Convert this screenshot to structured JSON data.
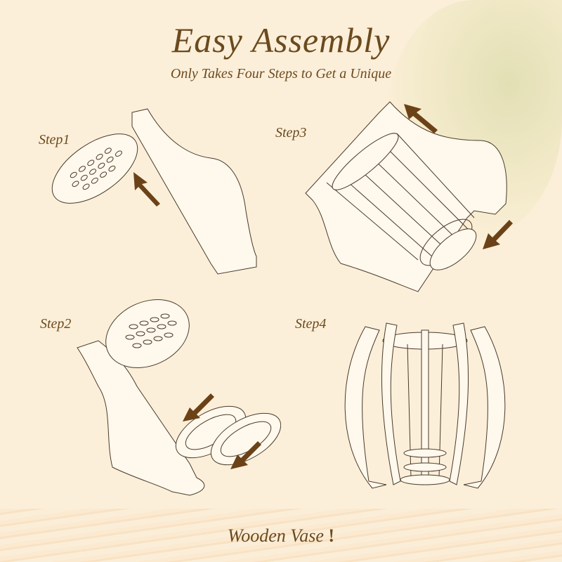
{
  "header": {
    "title": "Easy Assembly",
    "subtitle": "Only Takes Four Steps to Get a Unique"
  },
  "steps": [
    {
      "label": "Step1"
    },
    {
      "label": "Step2"
    },
    {
      "label": "Step3"
    },
    {
      "label": "Step4"
    }
  ],
  "footer": {
    "text": "Wooden Vase",
    "exclaim": "!"
  },
  "colors": {
    "background": "#fcefd9",
    "text": "#6b4a1e",
    "arrow": "#6b4218",
    "line": "#4a3a2a"
  }
}
